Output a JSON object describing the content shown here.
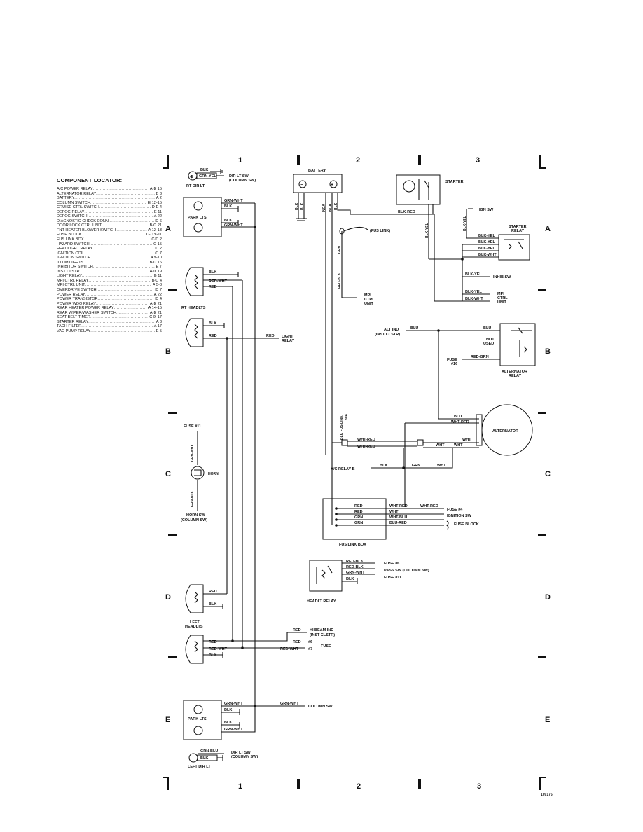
{
  "grid": {
    "columns": [
      "1",
      "2",
      "3"
    ],
    "rows": [
      "A",
      "B",
      "C",
      "D",
      "E"
    ],
    "diagram_id": "109175"
  },
  "locator": {
    "title": "COMPONENT LOCATOR:",
    "items": [
      {
        "name": "A/C POWER RELAY",
        "ref": "A-B 15"
      },
      {
        "name": "ALTERNATOR RELAY",
        "ref": "B 3"
      },
      {
        "name": "BATTERY",
        "ref": "A 2"
      },
      {
        "name": "COLUMN SWITCH",
        "ref": "E 12-15"
      },
      {
        "name": "CRUISE CTRL SWITCH",
        "ref": "D-E 4"
      },
      {
        "name": "DEFOG RELAY",
        "ref": "E 11"
      },
      {
        "name": "DEFOG SWITCH",
        "ref": "A 22"
      },
      {
        "name": "DIAGNOSTIC CHECK CONN",
        "ref": "D 6"
      },
      {
        "name": "DOOR LOCK CTRL UNIT",
        "ref": "B-C 21"
      },
      {
        "name": "FNT HEATER BLOWER SWITCH",
        "ref": "A 12-13"
      },
      {
        "name": "FUSE BLOCK",
        "ref": "C-D 9-11"
      },
      {
        "name": "FUS LINK BOX",
        "ref": "C-D 2"
      },
      {
        "name": "HAZARD SWITCH",
        "ref": "C 15"
      },
      {
        "name": "HEADLIGHT RELAY",
        "ref": "D 2"
      },
      {
        "name": "IGNITION COIL",
        "ref": "C 7"
      },
      {
        "name": "IGNITION SWITCH",
        "ref": "A 9-10"
      },
      {
        "name": "ILLUM LIGHTS",
        "ref": "B-C 16"
      },
      {
        "name": "INHIBITOR SWITCH",
        "ref": "E 7"
      },
      {
        "name": "INST CLSTR",
        "ref": "A-D 19"
      },
      {
        "name": "LIGHT RELAY",
        "ref": "B 11"
      },
      {
        "name": "MPI CTRL RELAY",
        "ref": "B-C 4"
      },
      {
        "name": "MPI CTRL UNIT",
        "ref": "A 5-8"
      },
      {
        "name": "OVERDRIVE SWITCH",
        "ref": "D 7"
      },
      {
        "name": "POWER RELAY",
        "ref": "A 22"
      },
      {
        "name": "POWER TRANSISTOR",
        "ref": "D 4"
      },
      {
        "name": "POWER WDO RELAY",
        "ref": "A-B 21"
      },
      {
        "name": "REAR HEATER POWER RELAY",
        "ref": "A 14-15"
      },
      {
        "name": "REAR WIPER/WASHER SWITCH",
        "ref": "A-B 21"
      },
      {
        "name": "SEAT BELT TIMER",
        "ref": "C-D 17"
      },
      {
        "name": "STARTER RELAY",
        "ref": "A 3"
      },
      {
        "name": "TACH FILTER",
        "ref": "A 17"
      },
      {
        "name": "VAC PUMP RELAY",
        "ref": "E 5"
      }
    ]
  },
  "labels": {
    "rt_dir_lt": "RT DIR LT",
    "dir_lt_sw": "DIR LT SW",
    "column_sw_paren": "(COLUMN SW)",
    "park_lts": "PARK LTS",
    "rt_headlts": "RT HEADLTS",
    "light_relay_1": "LIGHT",
    "light_relay_2": "RELAY",
    "fuse_11": "FUSE #11",
    "horn": "HORN",
    "horn_sw": "HORN SW",
    "left_headlts_1": "LEFT",
    "left_headlts_2": "HEADLTS",
    "hi_beam_ind": "HI BEAM IND",
    "inst_clstr": "(INST CLSTR)",
    "fuse": "FUSE",
    "fuse_6": "#6",
    "fuse_7": "#7",
    "column_sw": "COLUMN SW",
    "left_dir_lt": "LEFT DIR LT",
    "battery": "BATTERY",
    "fus_link": "(FUS LINK)",
    "mpi_1": "MPI",
    "mpi_2": "CTRL",
    "mpi_3": "UNIT",
    "starter": "STARTER",
    "ign_sw": "IGN SW",
    "starter_relay_1": "STARTER",
    "starter_relay_2": "RELAY",
    "inhib_sw": "INHIB SW",
    "alt_ind": "ALT IND",
    "not_used_1": "NOT",
    "not_used_2": "USED",
    "fuse_16_1": "FUSE",
    "fuse_16_2": "#16",
    "alternator_relay_1": "ALTERNATOR",
    "alternator_relay_2": "RELAY",
    "alternator": "ALTERNATOR",
    "blk_fus_link_1": "BLK FUS LINK",
    "blk_fus_link_2": "80A",
    "ac_relay_b": "A/C RELAY B",
    "fuse_4": "FUSE #4",
    "ignition_sw": "IGNITION SW",
    "fuse_block": "FUSE BLOCK",
    "fus_link_box": "FUS LINK BOX",
    "fuse_6_full": "FUSE #6",
    "pass_sw": "PASS SW (COLUMN SW)",
    "fuse_11_full": "FUSE #11",
    "headlt_relay": "HEADLT RELAY",
    "nca": "NCA"
  },
  "wires": {
    "blk": "BLK",
    "grn_yel": "GRN-YEL",
    "grn_wht": "GRN-WHT",
    "red_wht": "RED-WHT",
    "red": "RED",
    "grn_blk": "GRN-BLK",
    "blk_red": "BLK-RED",
    "blk_yel": "BLK-YEL",
    "blk_wht": "BLK-WHT",
    "grn": "GRN",
    "red_blk": "RED-BLK",
    "blu": "BLU",
    "red_grn": "RED-GRN",
    "wht_red": "WHT-RED",
    "wht": "WHT",
    "wht_blu": "WHT-BLU",
    "blu_red": "BLU-RED",
    "grn_blu": "GRN-BLU"
  }
}
